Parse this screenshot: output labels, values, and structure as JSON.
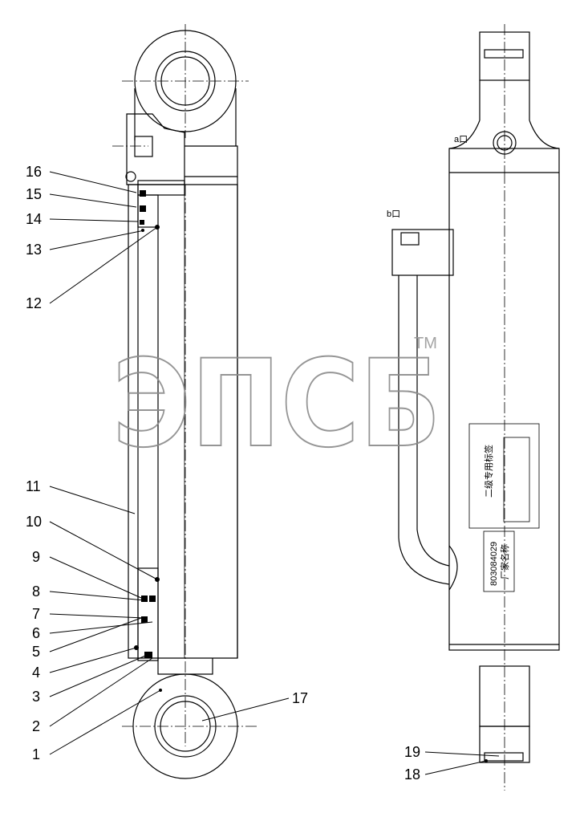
{
  "callouts": [
    {
      "num": "16"
    },
    {
      "num": "15"
    },
    {
      "num": "14"
    },
    {
      "num": "13"
    },
    {
      "num": "12"
    },
    {
      "num": "11"
    },
    {
      "num": "10"
    },
    {
      "num": "9"
    },
    {
      "num": "8"
    },
    {
      "num": "7"
    },
    {
      "num": "6"
    },
    {
      "num": "5"
    },
    {
      "num": "4"
    },
    {
      "num": "3"
    },
    {
      "num": "2"
    },
    {
      "num": "1"
    },
    {
      "num": "17"
    },
    {
      "num": "19"
    },
    {
      "num": "18"
    }
  ],
  "ports": {
    "a": "a口",
    "b": "b口"
  },
  "watermark": {
    "brand": "ЭПСБ",
    "tm": "TM"
  },
  "nameplate": {
    "code": "803084029",
    "maker": "厂家名称",
    "label": "二级专用标签"
  },
  "colors": {
    "line": "#000000",
    "hatch": "#000000",
    "watermark": "#8a8a8a"
  }
}
